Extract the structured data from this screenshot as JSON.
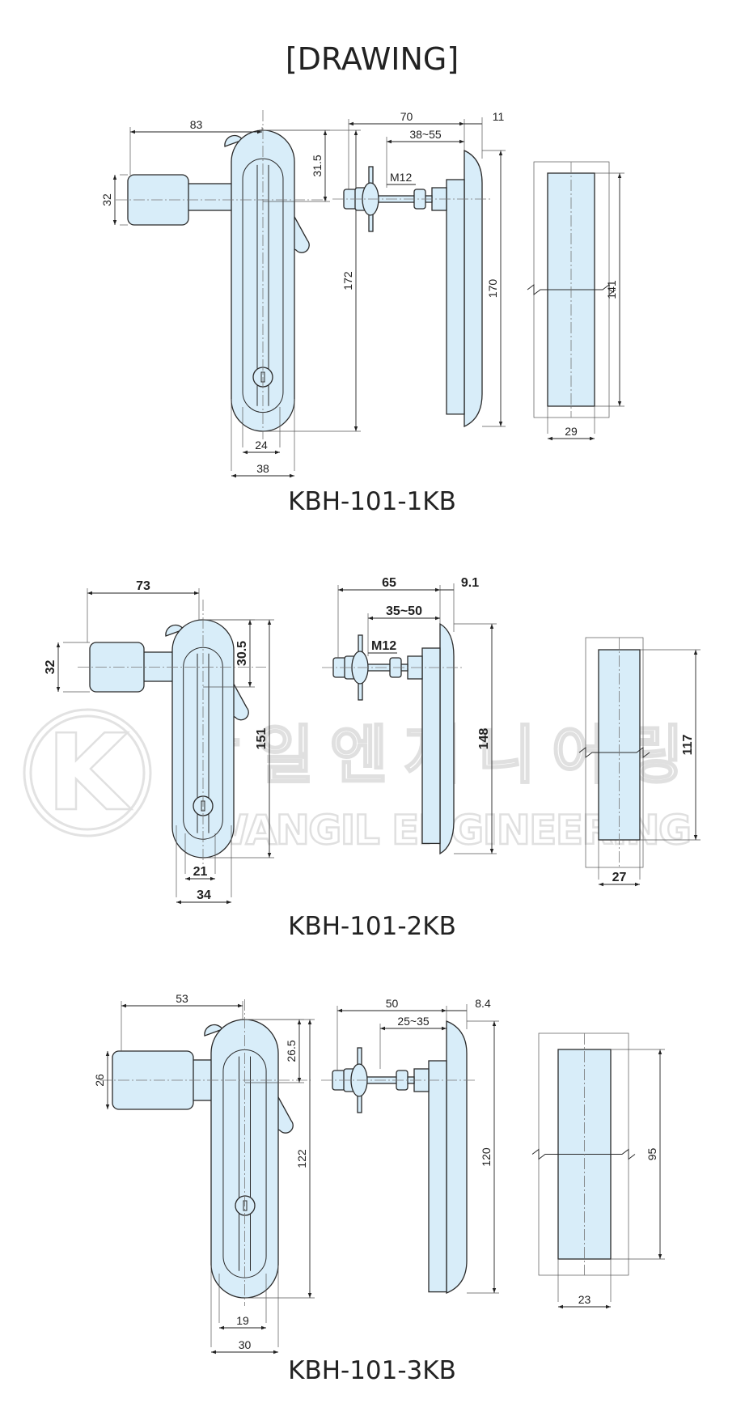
{
  "title": "[DRAWING]",
  "watermark": {
    "korean": "광일엔지니어링",
    "english": "KWANGIL ENGINEERING",
    "logo_letter": "K"
  },
  "drawings": [
    {
      "model": "KBH-101-1KB",
      "front": {
        "width_total": "83",
        "cylinder_dia": "32",
        "top_offset": "31.5",
        "height": "172",
        "slot_width": "24",
        "body_width": "38"
      },
      "side": {
        "depth": "70",
        "plate": "11",
        "grip_range": "38~55",
        "thread": "M12",
        "height": "170"
      },
      "cutout": {
        "height": "141",
        "width": "29"
      }
    },
    {
      "model": "KBH-101-2KB",
      "front": {
        "width_total": "73",
        "cylinder_dia": "32",
        "top_offset": "30.5",
        "height": "151",
        "slot_width": "21",
        "body_width": "34"
      },
      "side": {
        "depth": "65",
        "plate": "9.1",
        "grip_range": "35~50",
        "thread": "M12",
        "height": "148"
      },
      "cutout": {
        "height": "117",
        "width": "27"
      }
    },
    {
      "model": "KBH-101-3KB",
      "front": {
        "width_total": "53",
        "cylinder_dia": "26",
        "top_offset": "26.5",
        "height": "122",
        "slot_width": "19",
        "body_width": "30"
      },
      "side": {
        "depth": "50",
        "plate": "8.4",
        "grip_range": "25~35",
        "height": "120"
      },
      "cutout": {
        "height": "95",
        "width": "23"
      }
    }
  ]
}
